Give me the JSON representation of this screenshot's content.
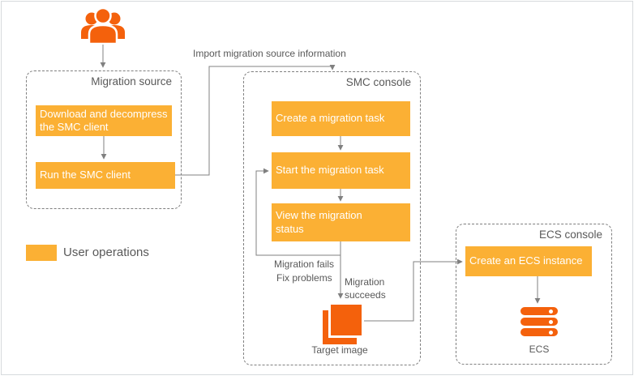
{
  "diagram": {
    "legend": {
      "label": "User operations",
      "swatch_color": "#FBB034"
    },
    "labels": {
      "import_info": "Import migration source information",
      "migration_fails": "Migration fails",
      "fix_problems": "Fix problems",
      "migration_succeeds": "Migration succeeds"
    },
    "groups": {
      "migration_source": {
        "title": "Migration source",
        "steps": [
          {
            "label": "Download and decompress the SMC client"
          },
          {
            "label": "Run the SMC client"
          }
        ]
      },
      "smc_console": {
        "title": "SMC console",
        "steps": [
          {
            "label": "Create a migration task"
          },
          {
            "label": "Start the migration task"
          },
          {
            "label": "View the migration status"
          }
        ],
        "artifact": {
          "label": "Target image",
          "icon": "stacked-squares-icon"
        }
      },
      "ecs_console": {
        "title": "ECS console",
        "steps": [
          {
            "label": "Create an ECS instance"
          }
        ],
        "artifact": {
          "label": "ECS",
          "icon": "server-stack-icon"
        }
      }
    },
    "icons": {
      "actor": "users-group-icon"
    },
    "colors": {
      "user_operation_fill": "#FBB034",
      "icon_orange": "#F4610C",
      "connector": "#808080",
      "dashed_border": "#7f7f7f"
    }
  }
}
